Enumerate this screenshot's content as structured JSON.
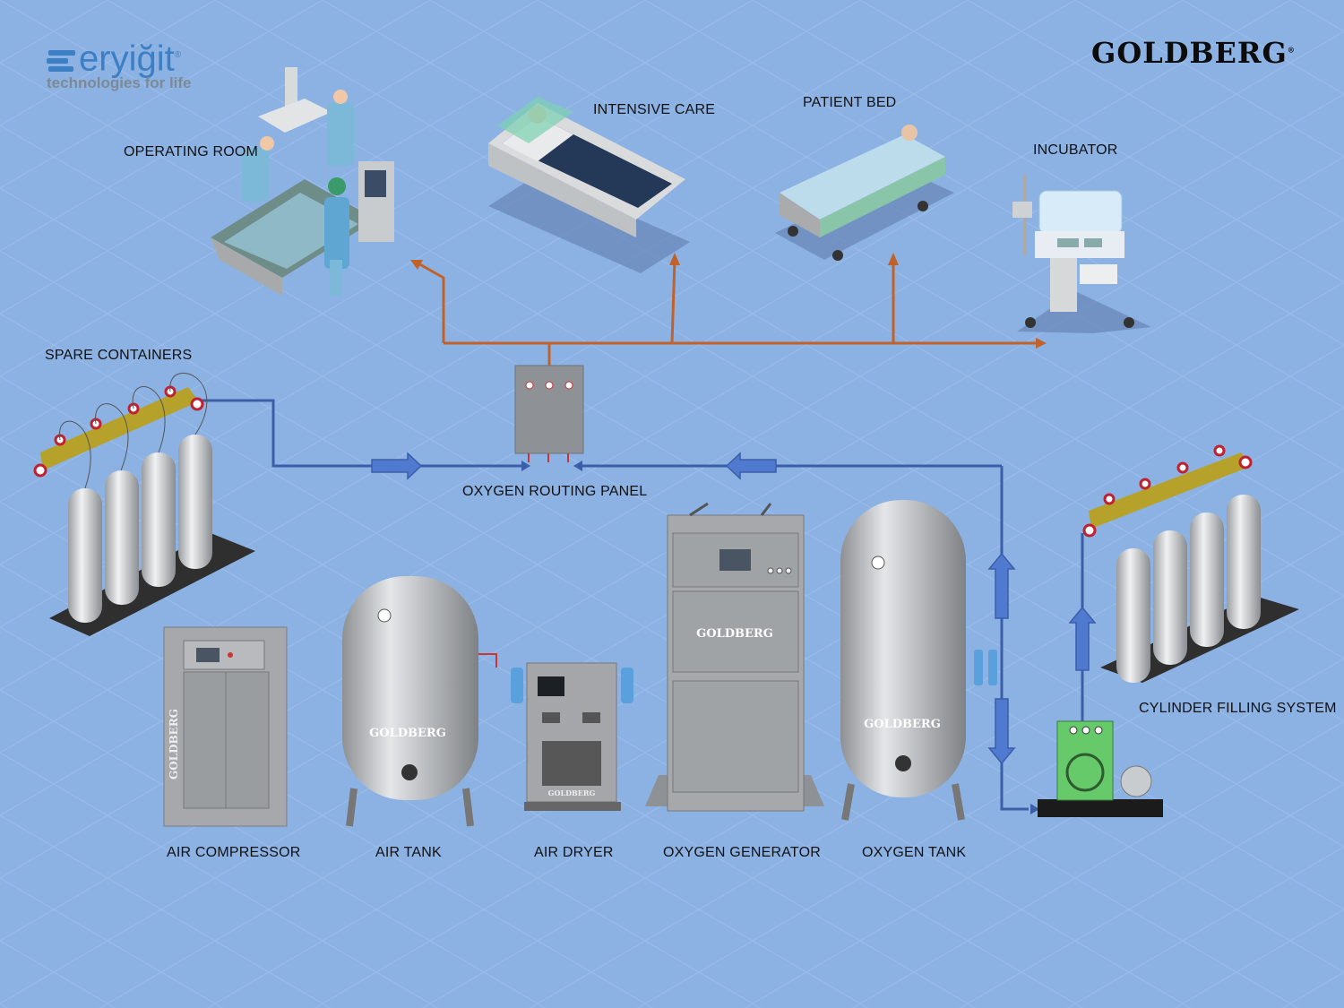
{
  "brands": {
    "left_logo": "eryiğit",
    "left_tagline": "technologies for life",
    "right_logo": "GOLDBERG",
    "registered": "®",
    "equipment_brand": "GOLDBERG"
  },
  "labels": {
    "operating_room": "OPERATING ROOM",
    "intensive_care": "INTENSIVE CARE",
    "patient_bed": "PATIENT BED",
    "incubator": "INCUBATOR",
    "spare_containers": "SPARE CONTAINERS",
    "oxygen_routing_panel": "OXYGEN ROUTING PANEL",
    "cylinder_filling_system": "CYLINDER FILLING SYSTEM",
    "air_compressor": "AIR COMPRESSOR",
    "air_tank": "AIR TANK",
    "air_dryer": "AIR DRYER",
    "oxygen_generator": "OXYGEN GENERATOR",
    "oxygen_tank": "OXYGEN TANK"
  },
  "colors": {
    "background": "#8cb2e4",
    "distribution_pipe": "#c0622a",
    "supply_pipe": "#3b5ea8",
    "arrow_fill": "#4f7ad0",
    "steel": "#a9abae",
    "compressor_green": "#66c96a"
  }
}
